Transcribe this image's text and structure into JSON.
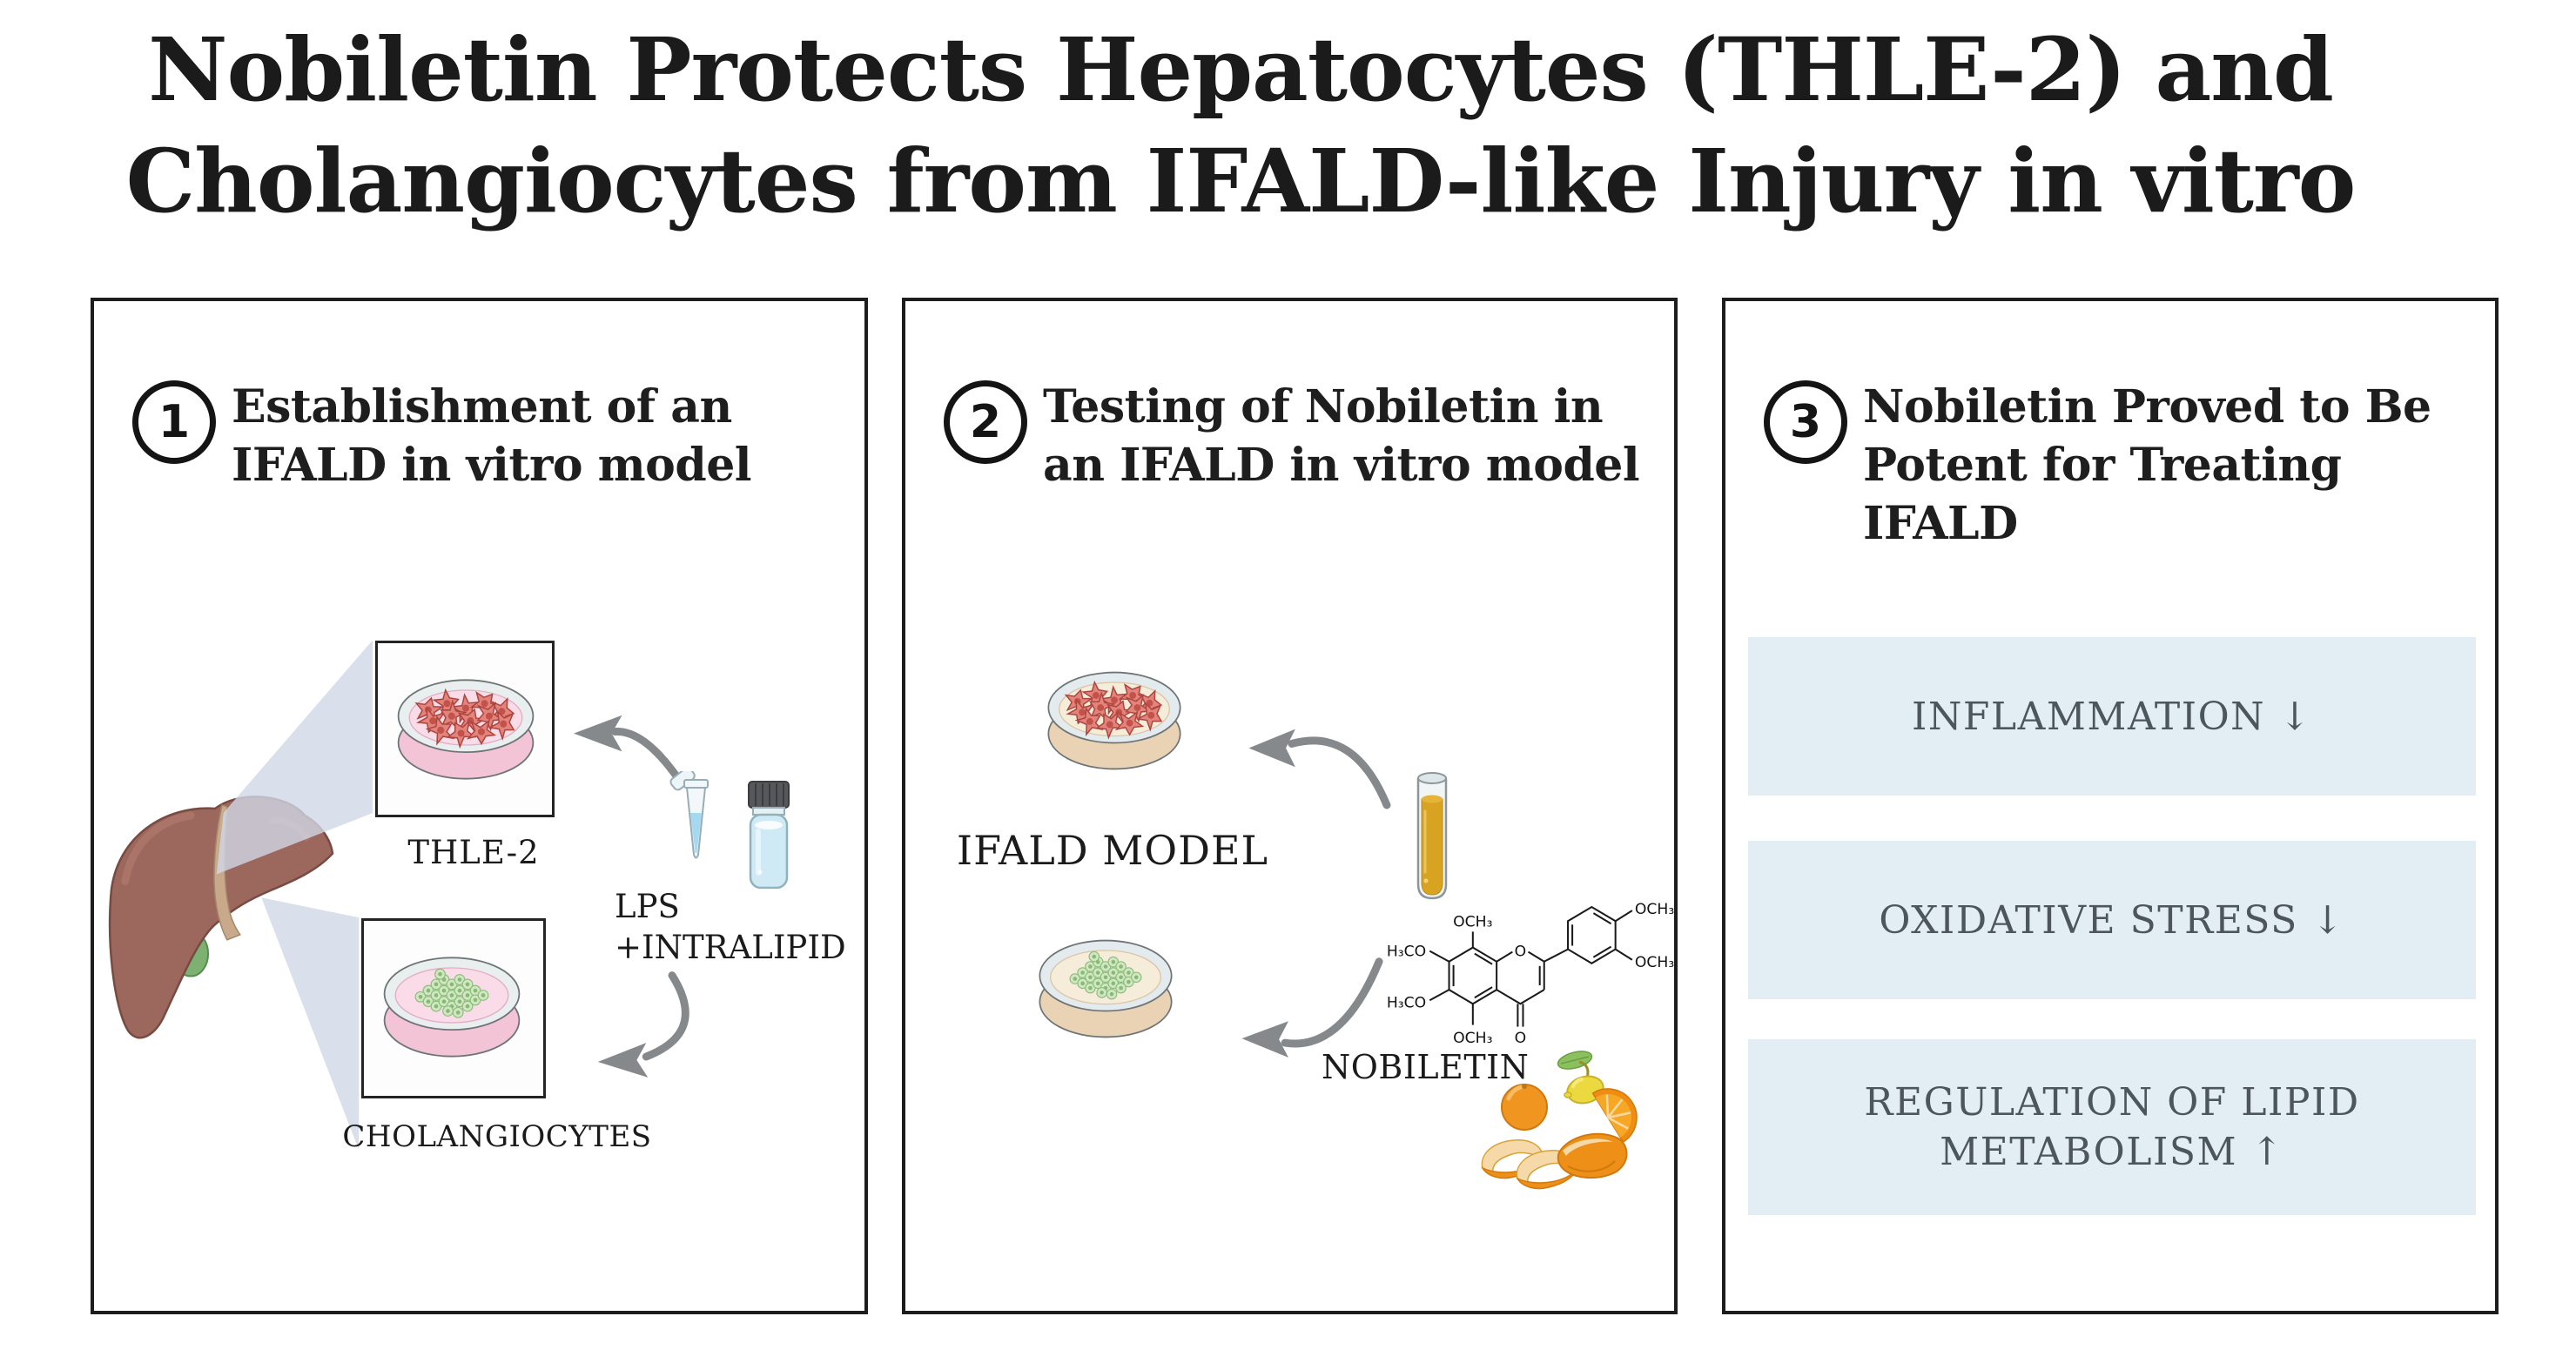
{
  "title": {
    "line1": "Nobiletin Protects Hepatocytes (THLE-2) and",
    "line2": "Cholangiocytes from IFALD-like Injury in vitro"
  },
  "panels": [
    {
      "number": "1",
      "heading_line1": "Establishment of an",
      "heading_line2": "IFALD in vitro model",
      "labels": {
        "top_dish": "THLE-2",
        "bottom_dish": "CHOLANGIOCYTES",
        "treatment_line1": "LPS",
        "treatment_line2": "+INTRALIPID"
      }
    },
    {
      "number": "2",
      "heading_line1": "Testing of Nobiletin in",
      "heading_line2": "an IFALD in vitro model",
      "labels": {
        "model": "IFALD MODEL",
        "compound": "NOBILETIN"
      },
      "chemical_structure": {
        "methoxy_top": "OCH₃",
        "methoxy_left_upper": "H₃CO",
        "methoxy_left_lower": "H₃CO",
        "methoxy_bottom": "OCH₃",
        "ring_oxygen": "O",
        "carbonyl_oxygen": "O",
        "methoxy_phenyl_top": "OCH₃",
        "methoxy_phenyl_right": "OCH₃"
      }
    },
    {
      "number": "3",
      "heading_line1": "Nobiletin Proved to Be",
      "heading_line2": "Potent for Treating IFALD",
      "outcomes": [
        {
          "line1": "INFLAMMATION ↓",
          "line2": ""
        },
        {
          "line1": "OXIDATIVE STRESS ↓",
          "line2": ""
        },
        {
          "line1": "REGULATION OF LIPID",
          "line2": "METABOLISM ↑"
        }
      ]
    }
  ],
  "colors": {
    "panel_border": "#1d1d1d",
    "outcome_box_bg": "#e3edf4",
    "outcome_text": "#4d555d",
    "arrow_gray": "#85898c",
    "beam_blue": "#cfd7e6",
    "liver_brown": "#9c675c",
    "gallbladder_green": "#7cb171",
    "media_pink": "#f9dce8",
    "media_cream": "#f6ecda",
    "red_cells": "#e2837c",
    "green_cells": "#cfe8c0",
    "tube_liquid_blue": "#a5d9ef",
    "tube_liquid_amber": "#d9a322",
    "citrus_orange": "#f0951f",
    "lemon_yellow": "#ecd93f"
  }
}
